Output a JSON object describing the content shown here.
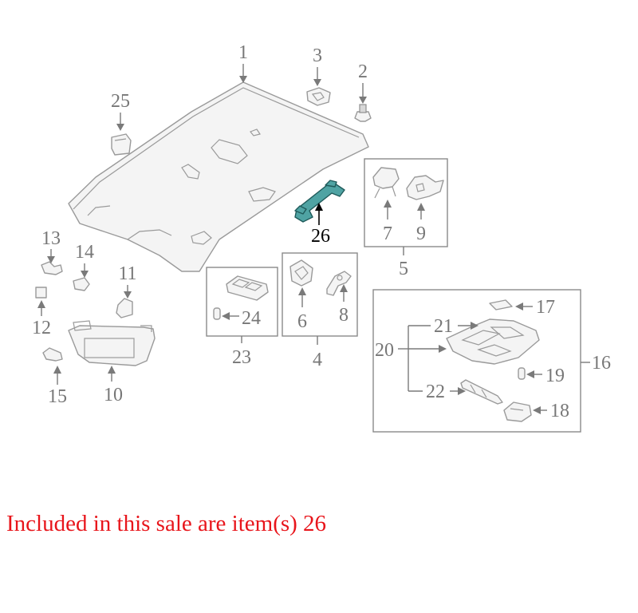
{
  "callouts": {
    "c1": "1",
    "c2": "2",
    "c3": "3",
    "c4": "4",
    "c5": "5",
    "c6": "6",
    "c7": "7",
    "c8": "8",
    "c9": "9",
    "c10": "10",
    "c11": "11",
    "c12": "12",
    "c13": "13",
    "c14": "14",
    "c15": "15",
    "c16": "16",
    "c17": "17",
    "c18": "18",
    "c19": "19",
    "c20": "20",
    "c21": "21",
    "c22": "22",
    "c23": "23",
    "c24": "24",
    "c25": "25",
    "c26": "26"
  },
  "highlighted_item": "26",
  "caption": "Included in this sale are item(s) 26",
  "colors": {
    "highlight_part": "#4fa3a3",
    "caption": "#e8151b",
    "line_art": "#9a9a9a"
  }
}
